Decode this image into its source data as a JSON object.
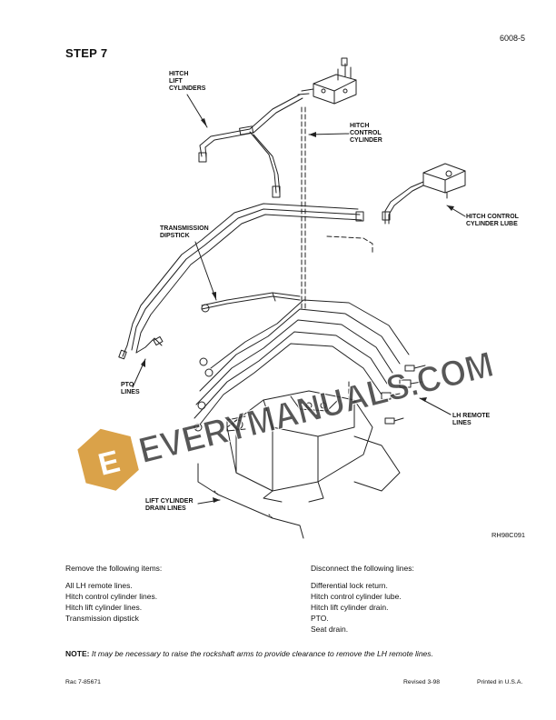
{
  "header": {
    "page_number": "6008-5",
    "step_title": "STEP 7"
  },
  "figure": {
    "callouts": {
      "hitch_lift_cylinders": "HITCH\nLIFT\nCYLINDERS",
      "hitch_control_cylinder": "HITCH\nCONTROL\nCYLINDER",
      "transmission_dipstick": "TRANSMISSION\nDIPSTICK",
      "hitch_control_cylinder_lube": "HITCH CONTROL\nCYLINDER LUBE",
      "pto_lines": "PTO\nLINES",
      "lh_remote_lines": "LH REMOTE\nLINES",
      "lift_cylinder_drain_lines": "LIFT CYLINDER\nDRAIN LINES"
    },
    "figure_id": "RH98C091",
    "watermark": {
      "text": "EVERYMANUALS.COM",
      "logo_letter": "E",
      "color": "#cc8a1e"
    }
  },
  "remove_section": {
    "heading": "Remove the following items:",
    "items": [
      "All LH remote lines.",
      "Hitch control cylinder lines.",
      "Hitch lift cylinder lines.",
      "Transmission dipstick"
    ]
  },
  "disconnect_section": {
    "heading": "Disconnect the following lines:",
    "items": [
      "Differential lock return.",
      "Hitch control cylinder lube.",
      "Hitch lift cylinder drain.",
      "PTO.",
      "Seat drain."
    ]
  },
  "note": {
    "label": "NOTE:",
    "text": "It may be necessary to raise the rockshaft arms to provide clearance to remove the LH remote lines."
  },
  "footer": {
    "left": "Rac 7-85671",
    "revised": "Revised 3-98",
    "printed": "Printed in U.S.A."
  }
}
